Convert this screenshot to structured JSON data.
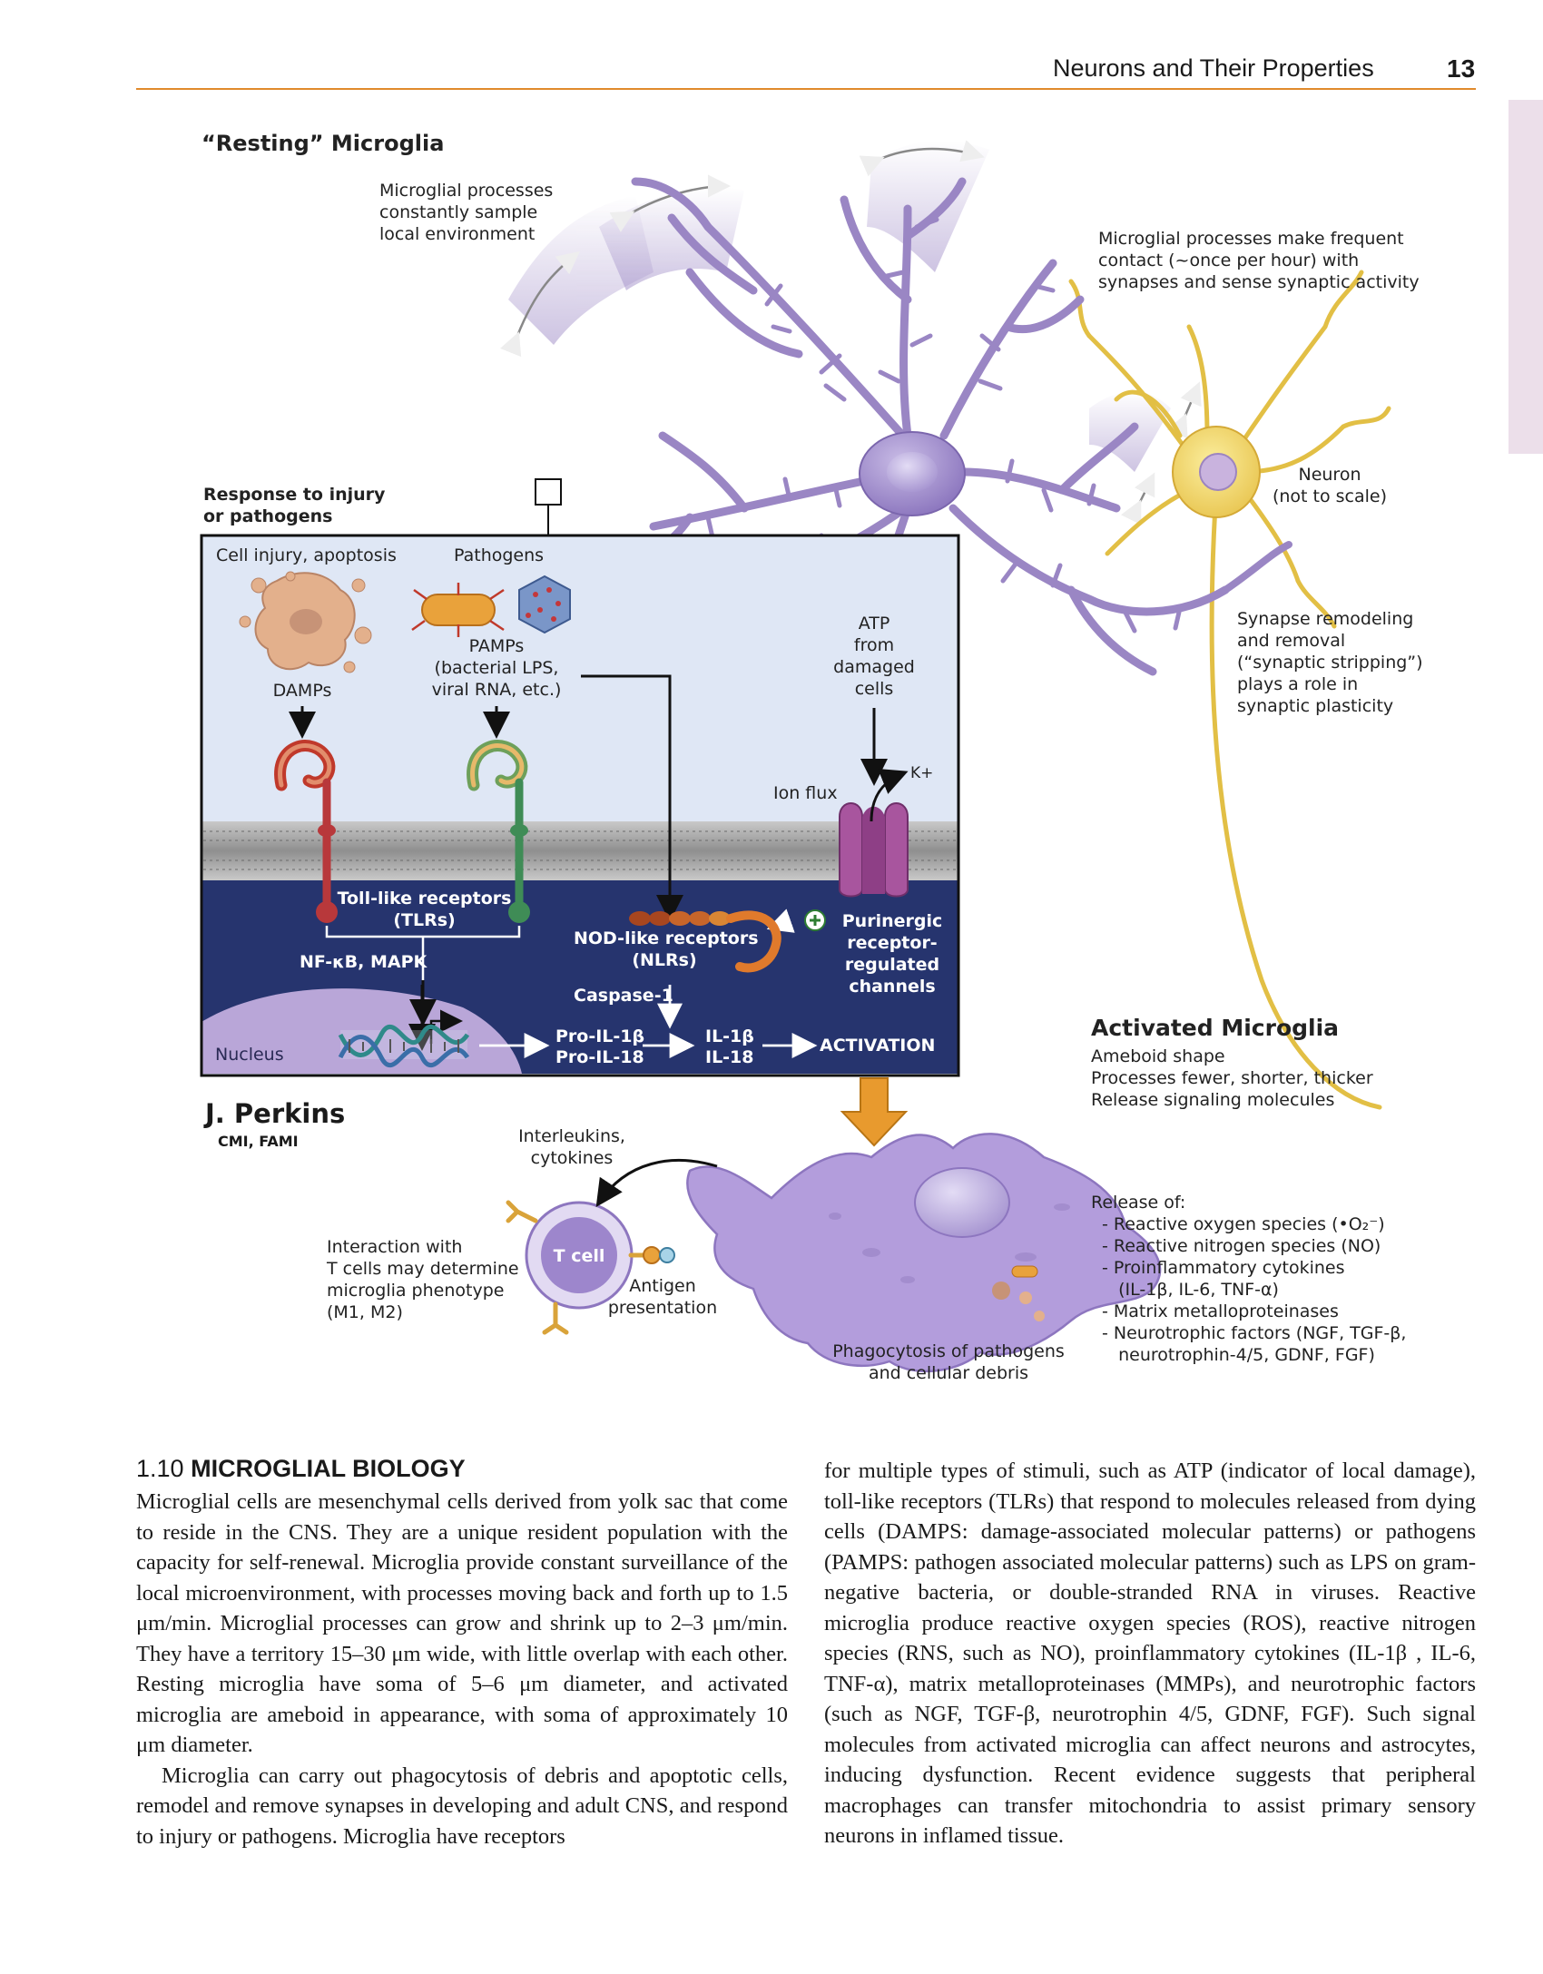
{
  "header": {
    "title": "Neurons and Their Properties",
    "page_number": "13"
  },
  "figure": {
    "resting_title": "“Resting” Microglia",
    "sample_note": [
      "Microglial processes",
      "constantly sample",
      "local environment"
    ],
    "contact_note": [
      "Microglial processes make frequent",
      "contact (~once per hour) with",
      "synapses and sense synaptic activity"
    ],
    "neuron_label": [
      "Neuron",
      "(not to scale)"
    ],
    "synapse_note": [
      "Synapse remodeling",
      "and removal",
      "(“synaptic stripping”)",
      "plays a role in",
      "synaptic plasticity"
    ],
    "response_title": [
      "Response to injury",
      "or pathogens"
    ],
    "inset": {
      "cell_injury": "Cell injury, apoptosis",
      "pathogens": "Pathogens",
      "damps": "DAMPs",
      "pamps": [
        "PAMPs",
        "(bacterial LPS,",
        "viral RNA, etc.)"
      ],
      "atp": [
        "ATP",
        "from",
        "damaged",
        "cells"
      ],
      "k_plus": "K+",
      "ion_flux": "Ion flux",
      "tlr": [
        "Toll-like receptors",
        "(TLRs)"
      ],
      "nfkb": "NF-κB, MAPK",
      "nlr": [
        "NOD-like receptors",
        "(NLRs)"
      ],
      "purinergic": [
        "Purinergic",
        "receptor-",
        "regulated",
        "channels"
      ],
      "caspase": "Caspase-1",
      "pro_il": [
        "Pro-IL-1β",
        "Pro-IL-18"
      ],
      "il": [
        "IL-1β",
        "IL-18"
      ],
      "activation": "ACTIVATION",
      "nucleus": "Nucleus"
    },
    "signature": {
      "name": "J. Perkins",
      "credentials": "CMI, FAMI"
    },
    "activated": {
      "title": "Activated Microglia",
      "props": [
        "Ameboid shape",
        "Processes fewer, shorter, thicker",
        "Release signaling molecules"
      ],
      "release_title": "Release of:",
      "release": [
        "- Reactive oxygen species (•O₂⁻)",
        "- Reactive nitrogen species (NO)",
        "- Proinflammatory cytokines",
        "   (IL-1β, IL-6, TNF-α)",
        "- Matrix metalloproteinases",
        "- Neurotrophic factors (NGF, TGF-β,",
        "   neurotrophin-4/5, GDNF, FGF)"
      ]
    },
    "interleukins": [
      "Interleukins,",
      "cytokines"
    ],
    "t_cell": "T cell",
    "t_cell_note": [
      "Interaction with",
      "T cells may determine",
      "microglia phenotype",
      "(M1, M2)"
    ],
    "antigen": [
      "Antigen",
      "presentation"
    ],
    "phago": [
      "Phagocytosis of pathogens",
      "and cellular debris"
    ]
  },
  "section": {
    "number": "1.10",
    "title": "MICROGLIAL BIOLOGY",
    "left_paragraphs": [
      "Microglial cells are mesenchymal cells derived from yolk sac that come to reside in the CNS. They are a unique resident population with the capacity for self-renewal. Microglia provide constant surveillance of the local microenvironment, with processes moving back and forth up to 1.5 μm/min. Microglial processes can grow and shrink up to 2–3 μm/min. They have a territory 15–30 μm wide, with little overlap with each other. Resting microglia have soma of 5–6 μm diameter, and activated microglia are ameboid in appearance, with soma of approximately 10 μm diameter.",
      "Microglia can carry out phagocytosis of debris and apoptotic cells, remodel and remove synapses in developing and adult CNS, and respond to injury or pathogens. Microglia have receptors"
    ],
    "right_paragraph": "for multiple types of stimuli, such as ATP (indicator of local damage), toll-like receptors (TLRs) that respond to molecules released from dying cells (DAMPS: damage-associated molecular patterns) or pathogens (PAMPS: pathogen associated molecular patterns) such as LPS on gram-negative bacteria, or double-stranded RNA in viruses. Reactive microglia produce reactive oxygen species (ROS), reactive nitrogen species (RNS, such as NO), proinflammatory cytokines (IL-1β , IL-6, TNF-α), matrix metalloproteinases (MMPs), and neurotrophic factors (such as NGF, TGF-β, neurotrophin 4/5, GDNF, FGF). Such signal molecules from activated microglia can affect neurons and astrocytes, inducing dysfunction. Recent evidence suggests that peripheral macrophages can transfer mitochondria to assist primary sensory neurons in inflamed tissue."
  },
  "colors": {
    "accent": "#e08a2c",
    "microglia": "#9a86c4",
    "neuron": "#f1d86a",
    "membrane_blue": "#26346e",
    "inset_bg": "#dfe7f5"
  }
}
